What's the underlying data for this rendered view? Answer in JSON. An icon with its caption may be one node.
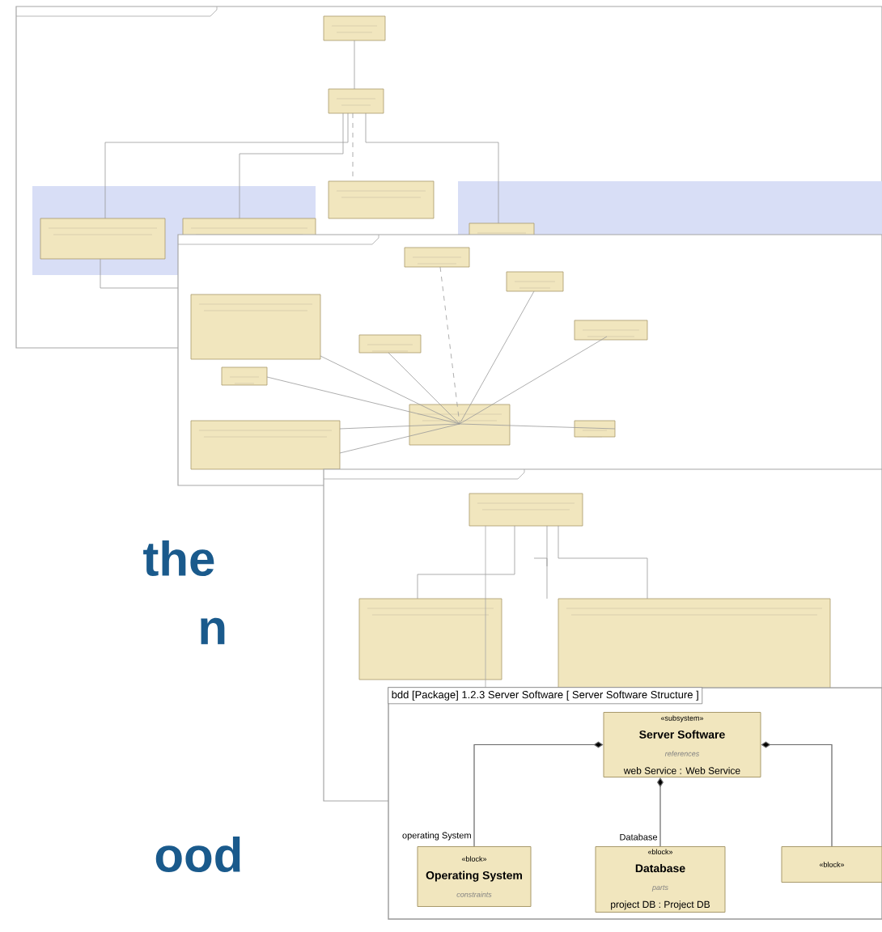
{
  "diagram": {
    "nodes": [
      {
        "text": [
          "bdd [Package] 1.2.3 Server Software [ Server Software Structure ]"
        ]
      },
      {
        "text": [
          "«subsystem»",
          "Server Software",
          "references",
          "web Service : Web Service"
        ],
        "in": 0
      },
      {
        "text": [
          "«block»",
          "Operating System",
          "constraints"
        ],
        "in": 0
      },
      {
        "text": [
          "«block»",
          "Database",
          "parts",
          "project DB : Project DB"
        ],
        "in": 0
      },
      {
        "text": [
          "«block»"
        ],
        "in": 0
      }
    ],
    "edges": [
      {
        "from": 1,
        "to": 2,
        "arrow": "other",
        "label": "operating System"
      },
      {
        "from": 1,
        "to": 3,
        "arrow": "other",
        "label": "Database"
      },
      {
        "from": 1,
        "to": 4,
        "arrow": "other"
      }
    ],
    "labels": [
      "the",
      "n",
      "ood"
    ]
  }
}
